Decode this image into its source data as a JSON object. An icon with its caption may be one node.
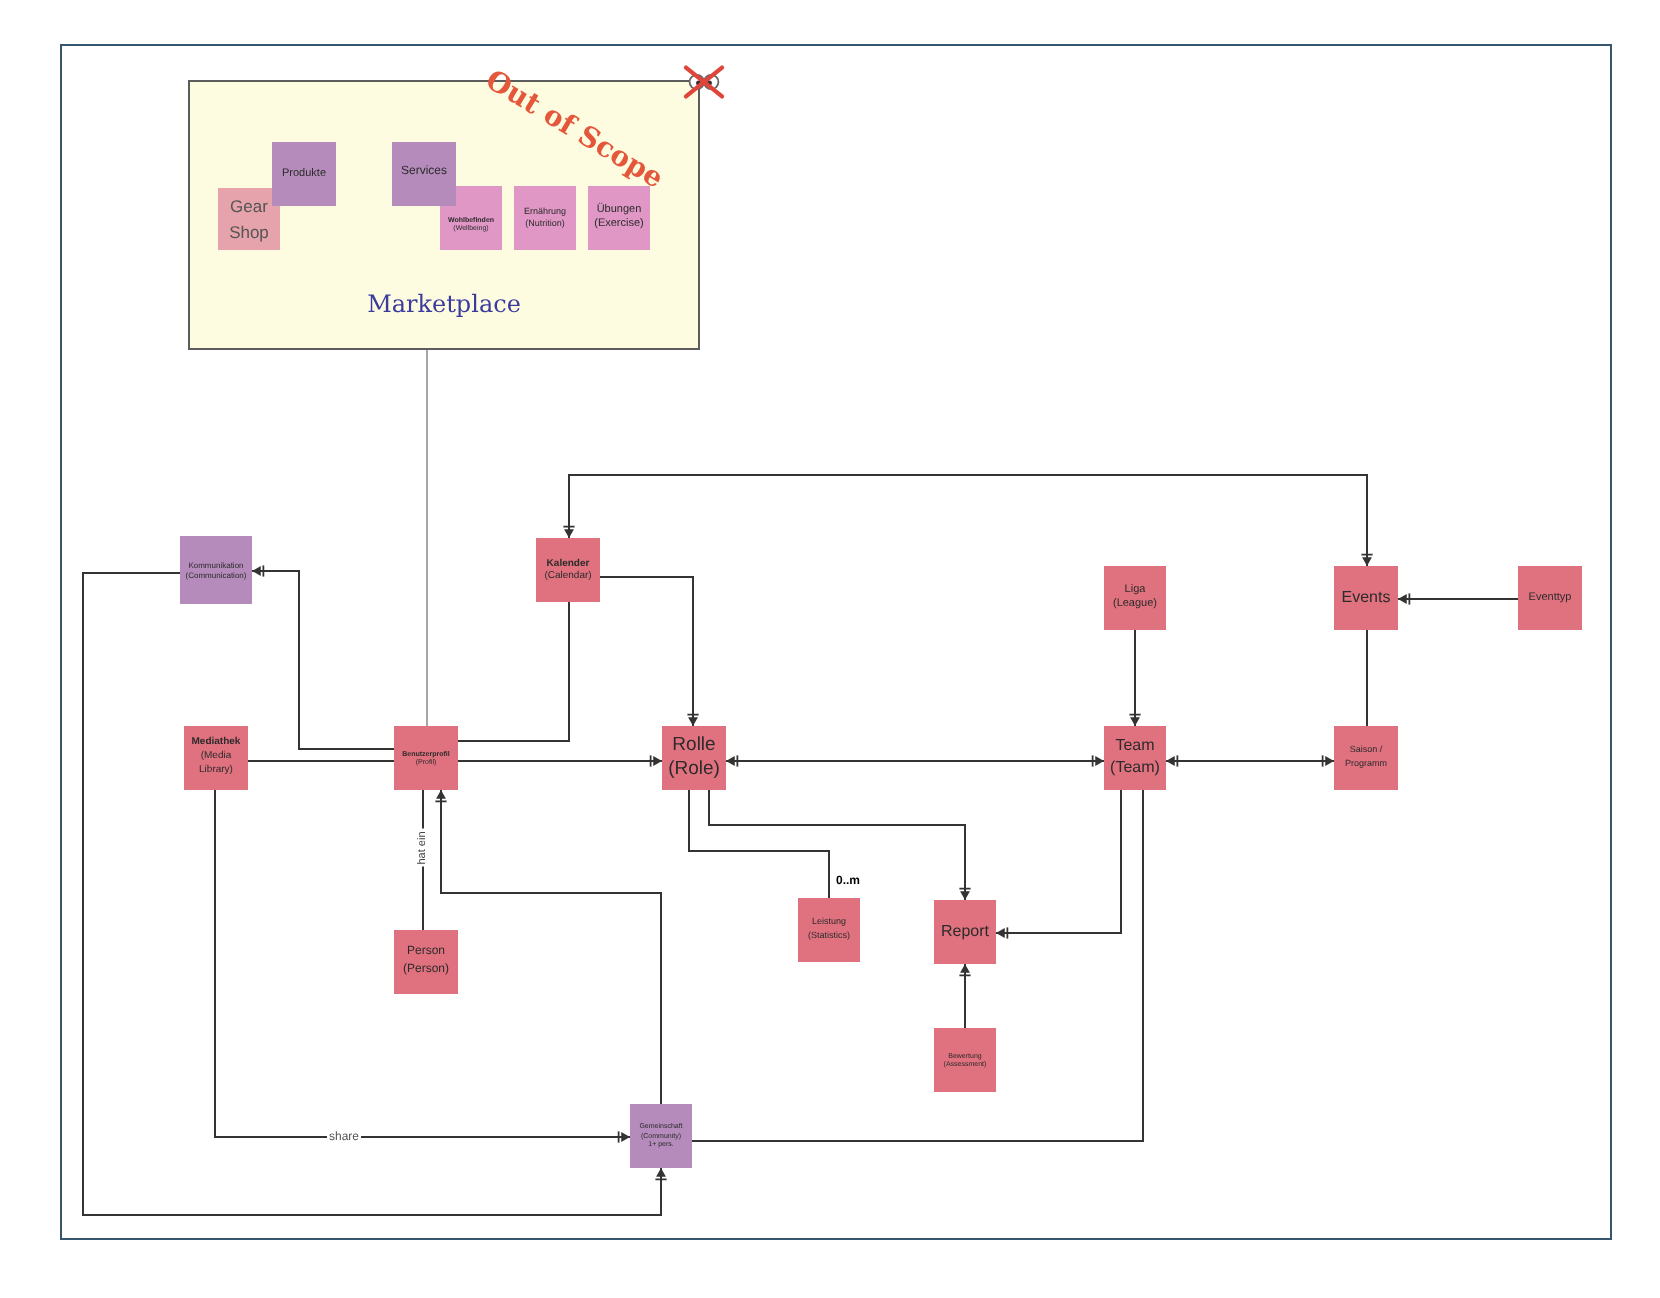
{
  "diagram": {
    "nodes": [
      {
        "text": [
          "Marketplace"
        ]
      },
      {
        "text": [
          "Produkte"
        ],
        "in": 0
      },
      {
        "text": [
          "Gear Shop"
        ],
        "in": 0
      },
      {
        "text": [
          "Services"
        ],
        "in": 0
      },
      {
        "text": [
          "Wohlbefinden",
          "(Wellbeing)"
        ],
        "in": 0
      },
      {
        "text": [
          "Ernährung",
          "(Nutrition)"
        ],
        "in": 0
      },
      {
        "text": [
          "Übungen",
          "(Exercise)"
        ],
        "in": 0
      },
      {
        "text": [
          "Kommunikation",
          "(Communication)"
        ]
      },
      {
        "text": [
          "Kalender",
          "(Calendar)"
        ]
      },
      {
        "text": [
          "Liga",
          "(League)"
        ]
      },
      {
        "text": [
          "Events"
        ]
      },
      {
        "text": [
          "Eventtyp"
        ]
      },
      {
        "text": [
          "Mediathek",
          "(Media Library)"
        ]
      },
      {
        "text": [
          "Benutzerprofil",
          "(Profil)"
        ]
      },
      {
        "text": [
          "Rolle",
          "(Role)"
        ]
      },
      {
        "text": [
          "Team",
          "(Team)"
        ]
      },
      {
        "text": [
          "Saison / Programm"
        ]
      },
      {
        "text": [
          "Person",
          "(Person)"
        ]
      },
      {
        "text": [
          "Leistung",
          "(Statistics)"
        ]
      },
      {
        "text": [
          "Report"
        ]
      },
      {
        "text": [
          "Bewertung",
          "(Assessment)"
        ]
      },
      {
        "text": [
          "Gemeinschaft",
          "(Community)",
          "1+ pers."
        ]
      }
    ],
    "edges": [
      {
        "from": 0,
        "to": 13,
        "arrow": "none",
        "color": "#a6a6a6"
      },
      {
        "from": 8,
        "to": 10,
        "arrow": "both"
      },
      {
        "from": 13,
        "to": 7,
        "arrow": "to"
      },
      {
        "from": 8,
        "to": 14,
        "arrow": "to"
      },
      {
        "from": 8,
        "to": 13,
        "arrow": "none"
      },
      {
        "from": 12,
        "to": 13,
        "arrow": "none"
      },
      {
        "from": 13,
        "to": 14,
        "arrow": "to"
      },
      {
        "from": 15,
        "to": 14,
        "arrow": "both"
      },
      {
        "from": 9,
        "to": 15,
        "arrow": "to"
      },
      {
        "from": 16,
        "to": 15,
        "arrow": "both"
      },
      {
        "from": 10,
        "to": 16,
        "arrow": "none"
      },
      {
        "from": 11,
        "to": 10,
        "arrow": "to"
      },
      {
        "from": 14,
        "to": 18,
        "arrow": "none",
        "label": "0..m"
      },
      {
        "from": 14,
        "to": 19,
        "arrow": "to"
      },
      {
        "from": 15,
        "to": 19,
        "arrow": "to"
      },
      {
        "from": 20,
        "to": 19,
        "arrow": "to"
      },
      {
        "from": 13,
        "to": 17,
        "arrow": "none",
        "label": "hat ein"
      },
      {
        "from": 21,
        "to": 13,
        "arrow": "to"
      },
      {
        "from": 12,
        "to": 21,
        "arrow": "to",
        "label": "share"
      },
      {
        "from": 7,
        "to": 21,
        "arrow": "to"
      },
      {
        "from": 21,
        "to": 15,
        "arrow": "none"
      }
    ],
    "labels": [
      "Out of Scope"
    ]
  }
}
